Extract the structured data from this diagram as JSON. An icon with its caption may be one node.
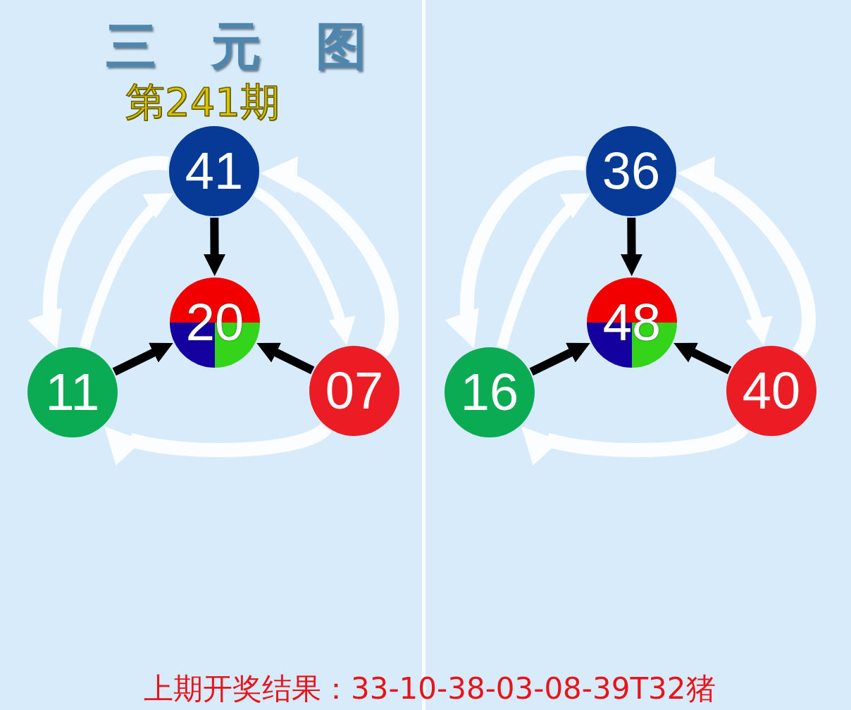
{
  "diagram": {
    "title": "三 元 图",
    "nodes": [
      {
        "text": [
          "41"
        ]
      },
      {
        "text": [
          "20"
        ]
      },
      {
        "text": [
          "11"
        ]
      },
      {
        "text": [
          "07"
        ]
      },
      {
        "text": [
          "36"
        ]
      },
      {
        "text": [
          "48"
        ]
      },
      {
        "text": [
          "16"
        ]
      },
      {
        "text": [
          "40"
        ]
      }
    ],
    "edges": [
      {
        "from": 0,
        "to": 1,
        "arrow": "to",
        "color": "#000000"
      },
      {
        "from": 2,
        "to": 1,
        "arrow": "to",
        "color": "#000000"
      },
      {
        "from": 3,
        "to": 1,
        "arrow": "to",
        "color": "#000000"
      },
      {
        "from": 0,
        "to": 2,
        "arrow": "to"
      },
      {
        "from": 3,
        "to": 2,
        "arrow": "to"
      },
      {
        "from": 3,
        "to": 0,
        "arrow": "to"
      },
      {
        "from": 2,
        "to": 0,
        "arrow": "to"
      },
      {
        "from": 0,
        "to": 3,
        "arrow": "to"
      },
      {
        "from": 4,
        "to": 5,
        "arrow": "to",
        "color": "#000000"
      },
      {
        "from": 6,
        "to": 5,
        "arrow": "to",
        "color": "#000000"
      },
      {
        "from": 7,
        "to": 5,
        "arrow": "to",
        "color": "#000000"
      },
      {
        "from": 4,
        "to": 6,
        "arrow": "to"
      },
      {
        "from": 7,
        "to": 6,
        "arrow": "to"
      },
      {
        "from": 7,
        "to": 4,
        "arrow": "to"
      },
      {
        "from": 6,
        "to": 4,
        "arrow": "to"
      },
      {
        "from": 4,
        "to": 7,
        "arrow": "to"
      }
    ],
    "labels": [
      "第241期",
      "上期开奖结果：33-10-38-03-08-39T32猪"
    ]
  }
}
